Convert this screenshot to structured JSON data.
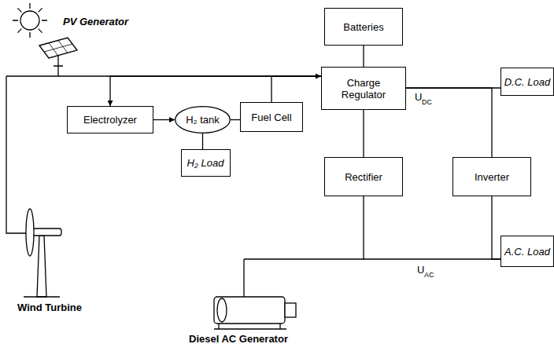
{
  "diagram": {
    "nodes": [
      {
        "text": [
          "Batteries"
        ]
      },
      {
        "text": [
          "Charge Regulator"
        ]
      },
      {
        "text": [
          "D.C. Load"
        ]
      },
      {
        "text": [
          "Electrolyzer"
        ]
      },
      {
        "text": [
          "H₂ tank"
        ]
      },
      {
        "text": [
          "Fuel Cell"
        ]
      },
      {
        "text": [
          "H₂ Load"
        ]
      },
      {
        "text": [
          "Rectifier"
        ]
      },
      {
        "text": [
          "Inverter"
        ]
      },
      {
        "text": [
          "A.C. Load"
        ]
      }
    ],
    "edges": [
      {
        "from": 3,
        "to": 4,
        "arrow": "to"
      },
      {
        "from": 4,
        "to": 5,
        "arrow": "none"
      },
      {
        "from": 4,
        "to": 6,
        "arrow": "none"
      },
      {
        "from": 0,
        "to": 1,
        "arrow": "none"
      },
      {
        "from": 1,
        "to": 3,
        "arrow": "to"
      },
      {
        "from": 5,
        "to": 1,
        "arrow": "to"
      },
      {
        "from": 1,
        "to": 2,
        "arrow": "none"
      },
      {
        "from": 1,
        "to": 8,
        "arrow": "none"
      },
      {
        "from": 1,
        "to": 7,
        "arrow": "none"
      },
      {
        "from": 7,
        "to": 9,
        "arrow": "none"
      },
      {
        "from": 8,
        "to": 9,
        "arrow": "none"
      }
    ],
    "labels": [
      "PV Generator",
      "Wind Turbine",
      "Diesel AC Generator",
      "U",
      "DC",
      "U",
      "AC"
    ]
  }
}
